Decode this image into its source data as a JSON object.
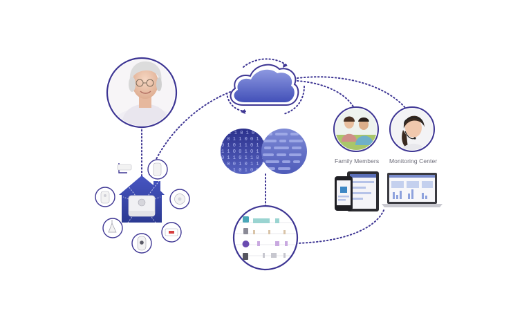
{
  "labels": {
    "family_members": "Family Members",
    "monitoring_center": "Monitoring Center"
  },
  "colors": {
    "accent_purple": "#4b3f8f",
    "cloud_blue": "#5b69c6",
    "house_blue": "#3b4aa8",
    "dotted_line": "#3d3593"
  },
  "icons": [
    "senior-woman-photo",
    "cloud-icon",
    "data-analytics-icon",
    "family-members-photo",
    "monitoring-center-agent-photo",
    "phone-tablet-laptop-icon",
    "activity-timeline-icon",
    "home-hub-icon",
    "house-icon",
    "motion-sensor-icon",
    "door-sensor-icon",
    "smoke-detector-icon",
    "bathroom-sensor-icon",
    "pendant-button-icon",
    "emergency-button-icon"
  ]
}
